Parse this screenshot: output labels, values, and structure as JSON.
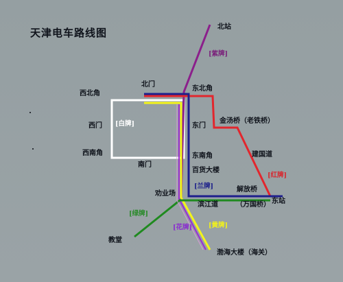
{
  "title": "天津电车路线图",
  "stations": {
    "beizhan": "北站",
    "xibeijiao": "西北角",
    "beimen": "北门",
    "dongbeijiao": "东北角",
    "ximen": "西门",
    "dongmen": "东门",
    "jintangqiao": "金汤桥（老铁桥）",
    "xinanjiao": "西南角",
    "nanmen": "南门",
    "dongnanjiao": "东南角",
    "jianguodao": "建国道",
    "baihuodalou": "百货大楼",
    "quanyechang": "劝业场",
    "jiefangqiao": "解放桥",
    "dongzhan": "东站",
    "binjiangdao": "滨江道",
    "wanguoqiao": "（万国桥）",
    "jiaotang": "教堂",
    "bohaidalou": "渤海大楼（海关）"
  },
  "lines": {
    "zipai": {
      "label": "[紫牌]",
      "color": "#8b1f8b"
    },
    "baipai": {
      "label": "[白牌]",
      "color": "#ffffff"
    },
    "hongpai": {
      "label": "[红牌]",
      "color": "#e2262d"
    },
    "lanpai": {
      "label": "[兰牌]",
      "color": "#1e1f8c"
    },
    "lupai": {
      "label": "[绿牌]",
      "color": "#1f8a1f"
    },
    "huapai": {
      "label": "[花牌]",
      "color": "#9a2cd6"
    },
    "huangpai": {
      "label": "[黄牌]",
      "color": "#f4f41a"
    }
  }
}
